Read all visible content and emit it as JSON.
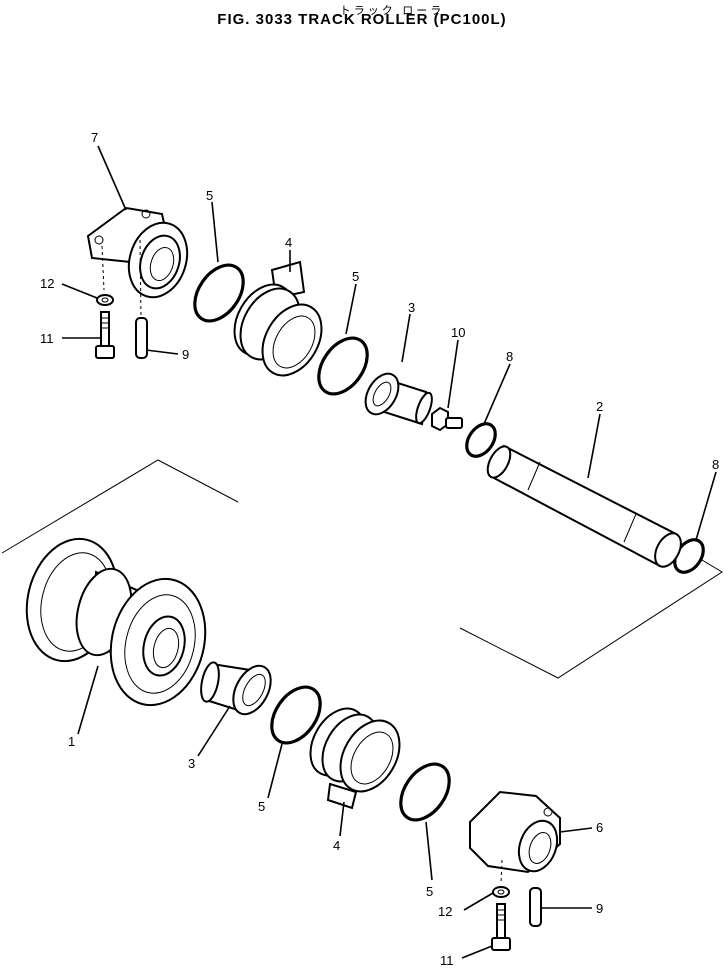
{
  "figure": {
    "kana": "トラック ローラ",
    "title": "FIG. 3033  TRACK ROLLER (PC100L)"
  },
  "callouts": {
    "c1": "1",
    "c2": "2",
    "c3a": "3",
    "c3b": "3",
    "c4a": "4",
    "c4b": "4",
    "c5a": "5",
    "c5b": "5",
    "c5c": "5",
    "c5d": "5",
    "c6": "6",
    "c7": "7",
    "c8a": "8",
    "c8b": "8",
    "c9a": "9",
    "c9b": "9",
    "c10": "10",
    "c11a": "11",
    "c11b": "11",
    "c12a": "12",
    "c12b": "12"
  }
}
